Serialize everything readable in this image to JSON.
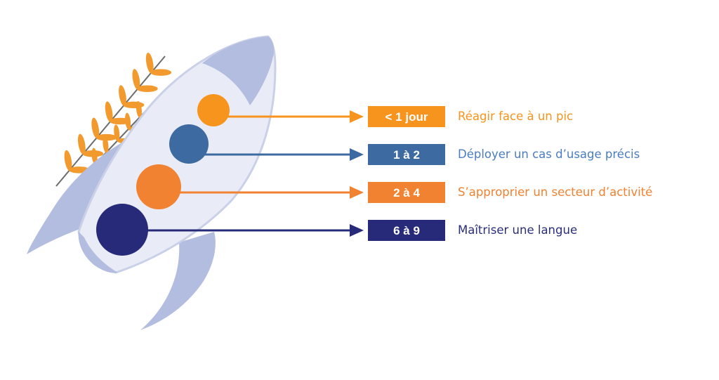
{
  "colors": {
    "rocket_body": "#e9ecf6",
    "rocket_outline": "#c9d0e7",
    "rocket_wing": "#b3bde0",
    "leaves": "#f29a2e",
    "stem": "#6d6d6d"
  },
  "rows": [
    {
      "duration": "< 1 jour",
      "label": "Réagir face à un pic",
      "color": "#f7941d",
      "text_color": "#f7941d"
    },
    {
      "duration": "1 à 2",
      "label": "Déployer un cas d’usage précis",
      "color": "#3d6aa0",
      "text_color": "#4a7dc0"
    },
    {
      "duration": "2 à 4",
      "label": "S’approprier un secteur d’activité",
      "color": "#f08231",
      "text_color": "#f08231"
    },
    {
      "duration": "6 à 9",
      "label": "Maîtriser une langue",
      "color": "#262a78",
      "text_color": "#2a2e7c"
    }
  ]
}
